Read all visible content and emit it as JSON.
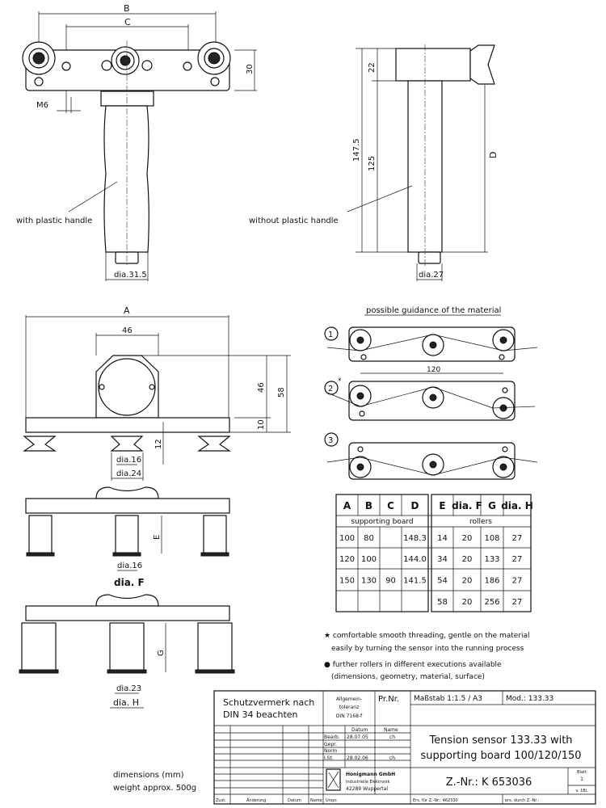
{
  "views": {
    "front_handle": {
      "dim_b": "B",
      "dim_c": "C",
      "dim_30": "30",
      "dim_m6": "M6",
      "label": "with plastic handle",
      "dia": "dia.31.5"
    },
    "side": {
      "dim_22": "22",
      "dim_147": "147.5",
      "dim_125": "125",
      "dim_d": "D",
      "label": "without plastic handle",
      "dia": "dia.27"
    },
    "board_front": {
      "dim_a": "A",
      "dim_46w": "46",
      "dim_46h": "46",
      "dim_58": "58",
      "dim_10": "10",
      "dim_12": "12",
      "dia16": "dia.16",
      "dia24": "dia.24"
    },
    "board_rollers_e": {
      "dim_e": "E",
      "dia16": "dia.16",
      "diaf": "dia. F"
    },
    "board_rollers_g": {
      "dim_g": "G",
      "dia23": "dia.23",
      "diah": "dia. H"
    }
  },
  "guidance": {
    "title": "possible guidance of the material",
    "options": [
      "1",
      "2",
      "3"
    ],
    "star": "*",
    "dim_120": "120"
  },
  "table": {
    "headers": [
      "A",
      "B",
      "C",
      "D",
      "E",
      "dia. F",
      "G",
      "dia. H"
    ],
    "group_left": "supporting board",
    "group_right": "rollers",
    "rows": [
      [
        "100",
        "80",
        "",
        "148.3",
        "14",
        "20",
        "108",
        "27"
      ],
      [
        "120",
        "100",
        "",
        "144.0",
        "34",
        "20",
        "133",
        "27"
      ],
      [
        "150",
        "130",
        "90",
        "141.5",
        "54",
        "20",
        "186",
        "27"
      ],
      [
        "",
        "",
        "",
        "",
        "58",
        "20",
        "256",
        "27"
      ]
    ]
  },
  "notes": {
    "n1a": "★ comfortable smooth threading, gentle on the material",
    "n1b": "easily by turning the sensor into the running process",
    "n2a": "● further rollers in different executions available",
    "n2b": "(dimensions, geometry, material, surface)"
  },
  "footer": {
    "dims": "dimensions (mm)",
    "weight": "weight approx. 500g"
  },
  "title_block": {
    "protection_1": "Schutzvermerk nach",
    "protection_2": "DIN 34 beachten",
    "tol_1": "Allgemein-",
    "tol_2": "toleranz",
    "tol_3": "DIN 7168-f",
    "pr_nr": "Pr.Nr.",
    "scale": "Maßstab 1:1.5 / A3",
    "mod": "Mod.: 133.33",
    "col_datum": "Datum",
    "col_name": "Name",
    "rows": [
      {
        "label": "Bearb.",
        "date": "28.07.05",
        "name": "ch"
      },
      {
        "label": "Gepr.",
        "date": "",
        "name": ""
      },
      {
        "label": "Norm",
        "date": "",
        "name": ""
      },
      {
        "label": "I.St.",
        "date": "28.02.06",
        "name": "ch"
      }
    ],
    "company_1": "Honigmann GmbH",
    "company_2": "Industrielle Elektronik",
    "company_3": "42289 Wuppertal",
    "title_1": "Tension sensor 133.33 with",
    "title_2": "supporting board 100/120/150",
    "drawing_no": "Z.-Nr.: K 653036",
    "sheet_label": "Blatt",
    "sheet": "1",
    "sheet_of": "v. 1Bl.",
    "bottom": [
      "Zust.",
      "Änderung",
      "Datum",
      "Name",
      "Urspr."
    ],
    "replaces": "Ers. für Z.-Nr.: 462330",
    "replaced_by": "ers. durch Z.-Nr.:"
  }
}
